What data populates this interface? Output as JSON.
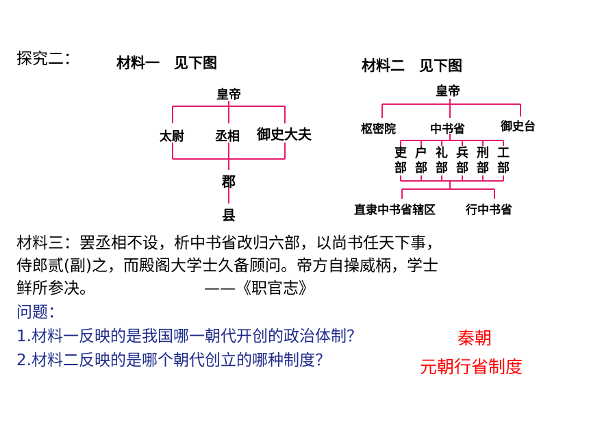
{
  "heading": "探究二：",
  "material1": {
    "title": "材料一　见下图",
    "emperor": "皇帝",
    "officials": [
      "太尉",
      "丞相",
      "御史大夫"
    ],
    "commandery": "郡",
    "county": "县"
  },
  "material2": {
    "title": "材料二　见下图",
    "emperor": "皇帝",
    "left": "枢密院",
    "center": "中书省",
    "right": "御史台",
    "ministries": [
      "吏\n部",
      "户\n部",
      "礼\n部",
      "兵\n部",
      "刑\n部",
      "工\n部"
    ],
    "bottom_left": "直隶中书省辖区",
    "bottom_right": "行中书省"
  },
  "material3": {
    "line1": "材料三：罢丞相不设，析中书省改归六部，以尚书任天下事，",
    "line2": "侍郎贰(副)之，而殿阁大学士久备顾问。帝方自操威柄，学士",
    "line3": "鲜所参决。",
    "source": "——《职官志》"
  },
  "questions": {
    "label": "问题：",
    "q1": "1.材料一反映的是我国哪一朝代开创的政治体制？",
    "a1": "秦朝",
    "q2": "2.材料二反映的是哪个朝代创立的哪种制度？",
    "a2": "元朝行省制度"
  }
}
